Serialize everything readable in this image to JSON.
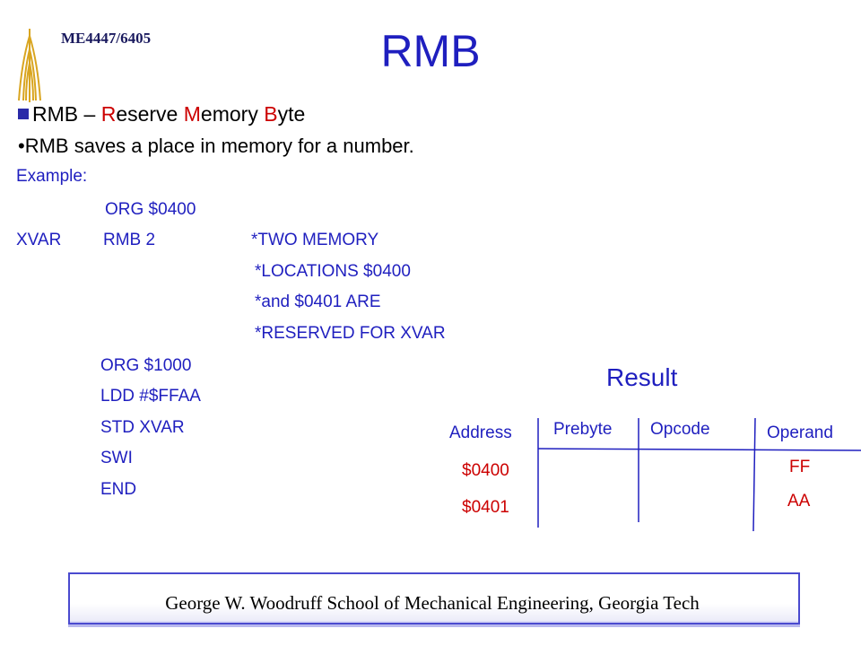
{
  "header": {
    "course": "ME4447/6405",
    "title": "RMB"
  },
  "content": {
    "bullet1": {
      "prefix": "RMB – ",
      "r1": "R",
      "t1": "eserve ",
      "r2": "M",
      "t2": "emory ",
      "r3": "B",
      "t3": "yte"
    },
    "bullet2": "•RMB saves a place in memory for a number.",
    "example_label": "Example:",
    "code": {
      "org1": "ORG $0400",
      "xvar_label": "XVAR",
      "rmb": "RMB 2",
      "comment1": "*TWO MEMORY",
      "comment2": "*LOCATIONS $0400",
      "comment3": "*and $0401 ARE",
      "comment4": "*RESERVED FOR XVAR",
      "org2": "ORG $1000",
      "ldd": "LDD #$FFAA",
      "std": "STD XVAR",
      "swi": "SWI",
      "end": "END"
    }
  },
  "result": {
    "title": "Result",
    "headers": {
      "address": "Address",
      "prebyte": "Prebyte",
      "opcode": "Opcode",
      "operand": "Operand"
    },
    "rows": [
      {
        "address": "$0400",
        "operand": "FF"
      },
      {
        "address": "$0401",
        "operand": "AA"
      }
    ]
  },
  "footer": {
    "text": "George W. Woodruff School of Mechanical Engineering, Georgia Tech"
  },
  "colors": {
    "title_blue": "#1f1fbf",
    "highlight_red": "#cc0000",
    "logo_gold": "#d9a520"
  }
}
